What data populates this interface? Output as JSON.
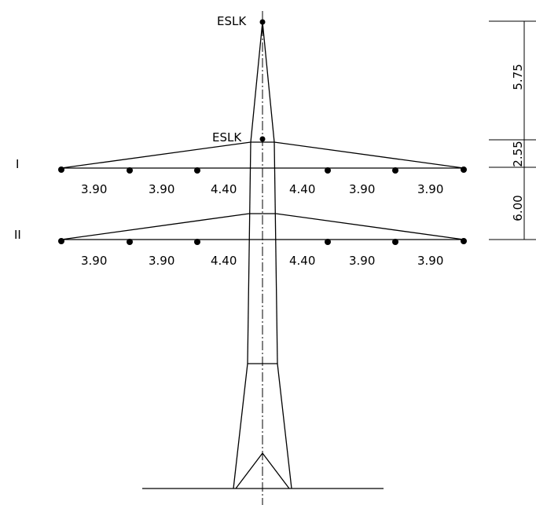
{
  "earth_wire_label": "ESLK",
  "arms": [
    {
      "name": "I",
      "spacings": [
        "3.90",
        "3.90",
        "4.40",
        "4.40",
        "3.90",
        "3.90"
      ]
    },
    {
      "name": "II",
      "spacings": [
        "3.90",
        "3.90",
        "4.40",
        "4.40",
        "3.90",
        "3.90"
      ]
    }
  ],
  "vertical_dimensions": [
    "5.75",
    "2.55",
    "6.00"
  ]
}
